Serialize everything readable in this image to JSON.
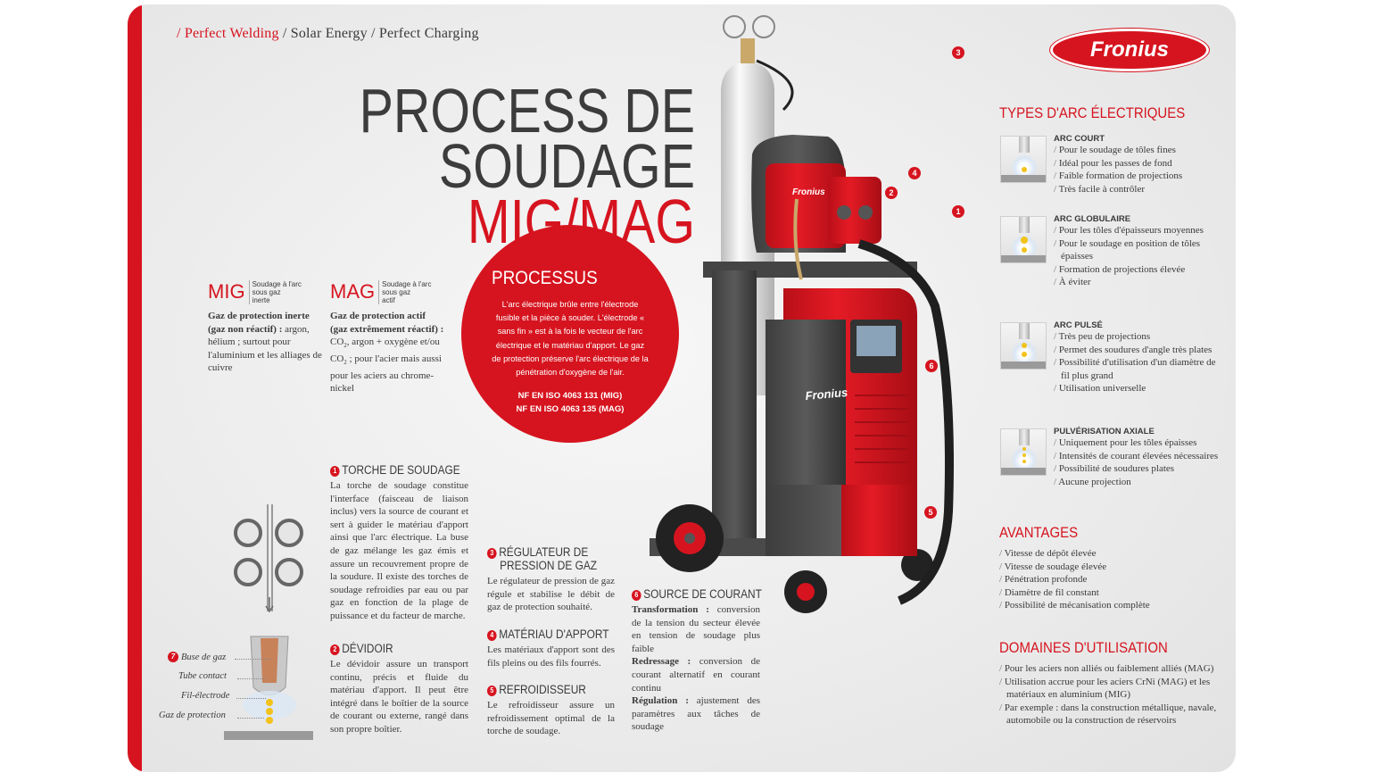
{
  "nav": {
    "active": "/ Perfect Welding",
    "item2": "/ Solar Energy",
    "item3": "/ Perfect Charging"
  },
  "logo": "Fronius",
  "title": {
    "line1": "PROCESS DE",
    "line2_prefix": "SOUDAGE ",
    "line2_highlight": "MIG/MAG"
  },
  "mig": {
    "label": "MIG",
    "small": [
      "Soudage à l'arc",
      "sous gaz",
      "inerte"
    ],
    "gas_title": "Gaz de protection inerte (gaz non réactif) :",
    "gas_text": "argon, hélium ; surtout pour l'aluminium et les alliages de cuivre"
  },
  "mag": {
    "label": "MAG",
    "small": [
      "Soudage à l'arc",
      "sous gaz",
      "actif"
    ],
    "gas_title": "Gaz de protection actif (gaz extrêmement réactif) :",
    "gas_text_1": " CO",
    "gas_text_2": ", argon + oxygène et/ou CO",
    "gas_text_3": " ; pour l'acier mais aussi pour les aciers au chrome-nickel",
    "sub": "2"
  },
  "processus": {
    "title": "PROCESSUS",
    "text": "L'arc électrique brûle entre l'électrode fusible et la pièce à souder. L'électrode « sans fin » est à la fois le vecteur de l'arc électrique et le matériau d'apport. Le gaz de protection préserve l'arc électrique de la pénétration d'oxygène de l'air.",
    "iso1": "NF EN ISO 4063 131 (MIG)",
    "iso2": "NF EN ISO 4063 135 (MAG)"
  },
  "sections": {
    "torche": {
      "num": "1",
      "title": "TORCHE DE SOUDAGE",
      "text": "La torche de soudage constitue l'interface (faisceau de liaison inclus) vers la source de courant et sert à guider le matériau d'apport ainsi que l'arc électrique. La buse de gaz mélange les gaz émis et assure un recouvrement propre de la soudure. Il existe des torches de soudage refroidies par eau ou par gaz en fonction de la plage de puissance et du facteur de marche."
    },
    "devidoir": {
      "num": "2",
      "title": "DÉVIDOIR",
      "text": "Le dévidoir assure un transport continu, précis et fluide du matériau d'apport. Il peut être intégré dans le boîtier de la source de courant ou externe, rangé dans son propre boîtier."
    },
    "regulateur": {
      "num": "3",
      "title1": "RÉGULATEUR DE",
      "title2": "PRESSION DE GAZ",
      "text": "Le régulateur de pression de gaz régule et stabilise le débit de gaz de protection souhaité."
    },
    "materiau": {
      "num": "4",
      "title": "MATÉRIAU D'APPORT",
      "text": "Les matériaux d'apport sont des fils pleins ou des fils fourrés."
    },
    "refroid": {
      "num": "5",
      "title": "REFROIDISSEUR",
      "text": "Le refroidisseur assure un refroidissement optimal de la torche de soudage."
    },
    "source": {
      "num": "6",
      "title": "SOURCE DE COURANT",
      "t1": "Transformation :",
      "d1": " conversion de la tension du secteur élevée en tension de soudage plus faible",
      "t2": "Redressage :",
      "d2": " conversion de courant alternatif en courant continu",
      "t3": "Régulation :",
      "d3": " ajustement des paramètres aux tâches de soudage"
    }
  },
  "legend": {
    "num": "7",
    "buse": "Buse de gaz",
    "tube": "Tube contact",
    "fil": "Fil-électrode",
    "gaz": "Gaz de protection"
  },
  "machine_numbers": [
    "1",
    "2",
    "3",
    "4",
    "5",
    "6",
    "7"
  ],
  "machine_brand": "Fronius",
  "types": {
    "title": "TYPES D'ARC ÉLECTRIQUES",
    "arcs": [
      {
        "name": "ARC COURT",
        "items": [
          "Pour le soudage de tôles fines",
          "Idéal pour les passes de fond",
          "Faible formation de projections",
          "Très facile à contrôler"
        ]
      },
      {
        "name": "ARC GLOBULAIRE",
        "items": [
          "Pour les tôles d'épaisseurs moyennes",
          "Pour le soudage en position de tôles épaisses",
          "Formation de projections élevée",
          "À éviter"
        ]
      },
      {
        "name": "ARC PULSÉ",
        "items": [
          "Très peu de projections",
          "Permet des soudures d'angle très plates",
          "Possibilité d'utilisation d'un diamètre de fil plus grand",
          "Utilisation universelle"
        ]
      },
      {
        "name": "PULVÉRISATION AXIALE",
        "items": [
          "Uniquement pour les tôles épaisses",
          "Intensités de courant élevées nécessaires",
          "Possibilité de soudures plates",
          "Aucune projection"
        ]
      }
    ]
  },
  "avantages": {
    "title": "AVANTAGES",
    "items": [
      "Vitesse de dépôt élevée",
      "Vitesse de soudage élevée",
      "Pénétration profonde",
      "Diamètre de fil constant",
      "Possibilité de mécanisation complète"
    ]
  },
  "domaines": {
    "title": "DOMAINES D'UTILISATION",
    "items": [
      "Pour les aciers non alliés ou faiblement alliés (MAG)",
      "Utilisation accrue pour les aciers CrNi (MAG) et les matériaux en aluminium (MIG)",
      "Par exemple : dans la construction métallique, navale, automobile ou la construction de réservoirs"
    ]
  },
  "colors": {
    "brand_red": "#d6141f",
    "text_gray": "#3a3a3a"
  }
}
